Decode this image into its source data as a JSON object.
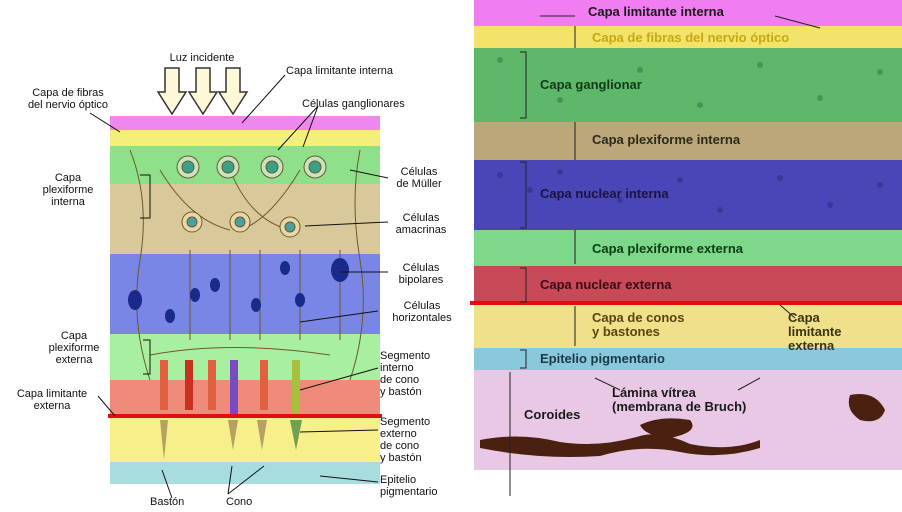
{
  "left": {
    "top_label": "Luz incidente",
    "labels": {
      "limitante_interna": "Capa limitante interna",
      "fibras": "Capa de fibras\ndel nervio óptico",
      "ganglionares": "Células ganglionares",
      "plexiforme_interna": "Capa\nplexiforme\ninterna",
      "muller": "Células\nde Müller",
      "amacrinas": "Células\namacrinas",
      "bipolares": "Células\nbipolares",
      "horizontales": "Células\nhorizontales",
      "plexiforme_externa": "Capa\nplexiforme\nexterna",
      "segmento_interno": "Segmento\ninterno\nde cono\ny bastón",
      "limitante_externa": "Capa limitante\nexterna",
      "segmento_externo": "Segmento\nexterno\nde cono\ny bastón",
      "epitelio": "Epitelio\npigmentario",
      "baston": "Bastón",
      "cono": "Cono"
    },
    "colors": {
      "magenta": "#ee88ee",
      "yellow": "#f4ee7a",
      "green": "#8fe08a",
      "tan": "#d9c99a",
      "blue": "#7a86e6",
      "light_green": "#a8ef9f",
      "red": "#f08a7a",
      "pale_yellow": "#f6ef8a",
      "cyan": "#a8dde0",
      "red_line": "#e01010"
    }
  },
  "right": {
    "labels": {
      "limitante_interna": "Capa limitante interna",
      "fibras": "Capa de fibras del nervio óptico",
      "ganglionar": "Capa ganglionar",
      "plexiforme_interna": "Capa plexiforme interna",
      "nuclear_interna": "Capa nuclear interna",
      "plexiforme_externa": "Capa plexiforme externa",
      "nuclear_externa": "Capa nuclear externa",
      "conos_bastones": "Capa de conos\ny bastones",
      "limitante_externa": "Capa\nlimitante\nexterna",
      "epitelio": "Epitelio pigmentario",
      "lamina": "Lámina vítrea\n(membrana de Bruch)",
      "coroides": "Coroides"
    },
    "colors": {
      "magenta": "#f07ef0",
      "yellow": "#f2e46a",
      "green": "#5fb86a",
      "tan": "#bca77a",
      "blue": "#4a46b8",
      "light_green": "#7ed88a",
      "red": "#c84a58",
      "pale_yellow": "#f0e08a",
      "cyan": "#8ac8dc",
      "choroid": "#e8c8e4",
      "red_line": "#e01010"
    }
  }
}
